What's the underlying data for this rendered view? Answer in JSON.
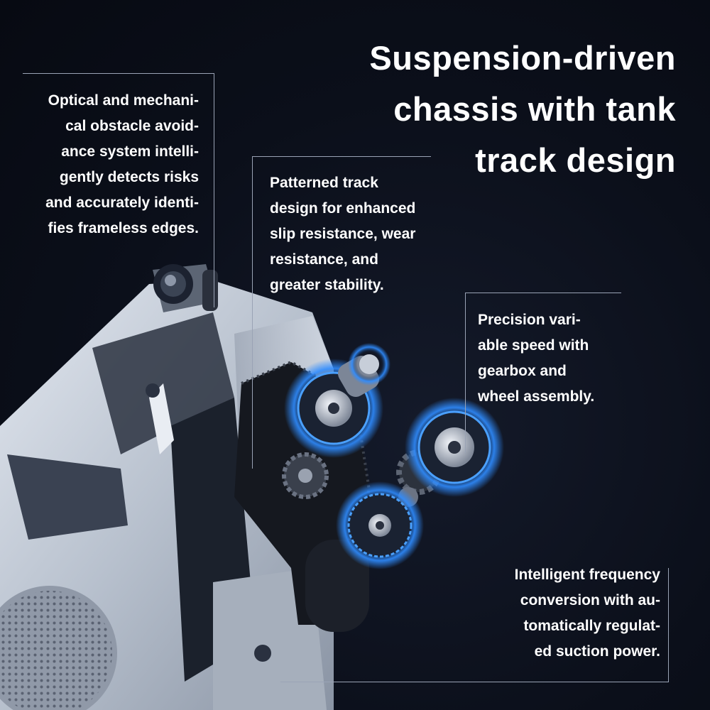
{
  "headline": {
    "lines": [
      "Suspension-driven",
      "chassis with tank",
      "track design"
    ]
  },
  "callouts": {
    "obstacle": {
      "lines": [
        "Optical and mechani-",
        "cal obstacle avoid-",
        "ance system intelli-",
        "gently detects risks",
        "and accurately identi-",
        "fies frameless edges."
      ]
    },
    "track": {
      "lines": [
        "Patterned track",
        "design for enhanced",
        "slip resistance, wear",
        "resistance, and",
        "greater stability."
      ]
    },
    "gearbox": {
      "lines": [
        "Precision vari-",
        "able speed with",
        "gearbox and",
        "wheel assembly."
      ]
    },
    "suction": {
      "lines": [
        "Intelligent frequency",
        "conversion with au-",
        "tomatically regulat-",
        "ed suction power."
      ]
    }
  },
  "colors": {
    "background": "#0b0f1a",
    "text": "#ffffff",
    "leader": "#9aa3b5",
    "glow": "#2f8cff",
    "device_body": "#c9d1dd"
  }
}
